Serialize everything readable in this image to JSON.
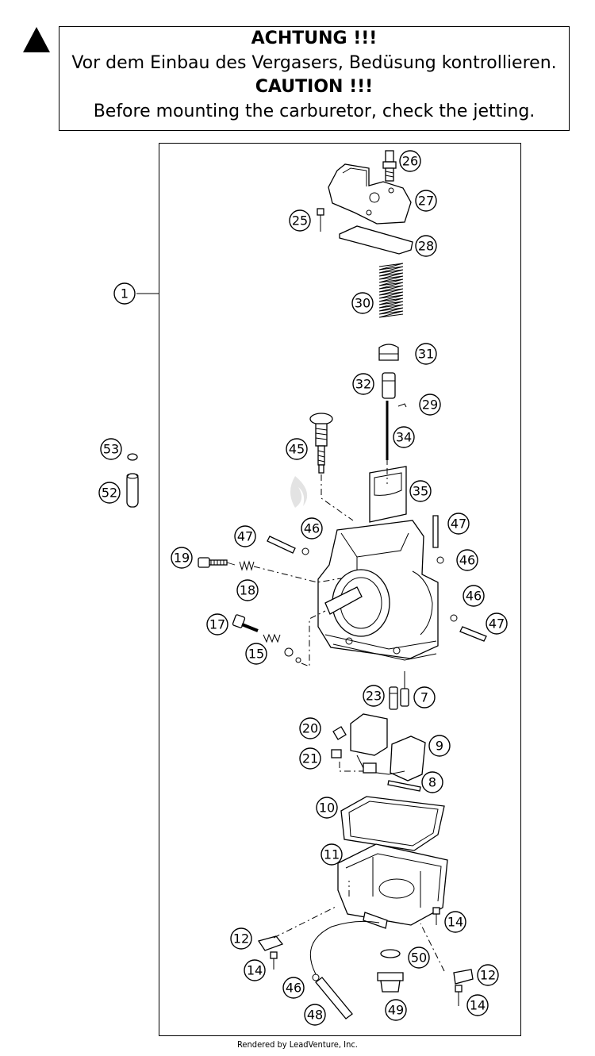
{
  "warning": {
    "heading_de": "ACHTUNG !!!",
    "text_de": "Vor dem Einbau des Vergasers, Bedüsung kontrollieren.",
    "heading_en": "CAUTION !!!",
    "text_en": "Before mounting the carburetor, check the jetting."
  },
  "callouts": {
    "c1": "1",
    "c7": "7",
    "c8": "8",
    "c9": "9",
    "c10": "10",
    "c11": "11",
    "c12a": "12",
    "c12b": "12",
    "c14a": "14",
    "c14b": "14",
    "c14c": "14",
    "c15": "15",
    "c17": "17",
    "c18": "18",
    "c19": "19",
    "c20": "20",
    "c21": "21",
    "c23": "23",
    "c25": "25",
    "c26": "26",
    "c27": "27",
    "c28": "28",
    "c29": "29",
    "c30": "30",
    "c31": "31",
    "c32": "32",
    "c34": "34",
    "c35": "35",
    "c45": "45",
    "c46a": "46",
    "c46b": "46",
    "c46c": "46",
    "c46d": "46",
    "c47a": "47",
    "c47b": "47",
    "c47c": "47",
    "c48": "48",
    "c49": "49",
    "c50": "50",
    "c52": "52",
    "c53": "53"
  },
  "footer": "Rendered by LeadVenture, Inc."
}
